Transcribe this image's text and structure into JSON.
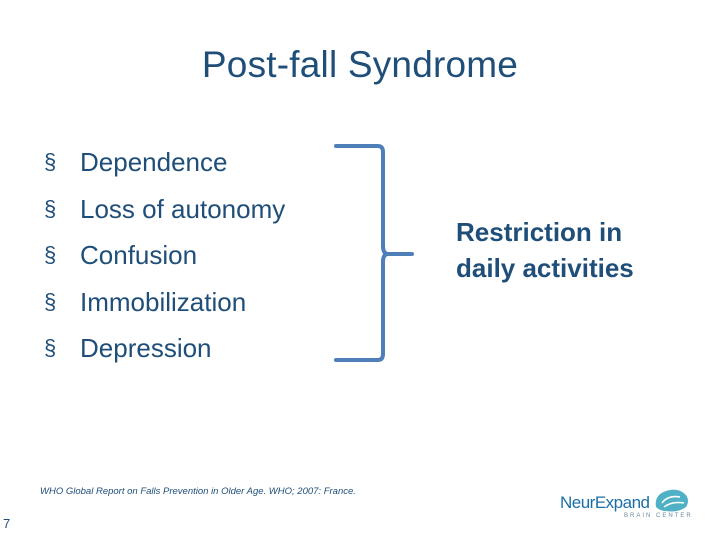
{
  "slide": {
    "title": "Post-fall Syndrome",
    "bullet_marker": "§",
    "bullets": [
      "Dependence",
      "Loss of autonomy",
      "Confusion",
      "Immobilization",
      "Depression"
    ],
    "outcome": {
      "line1": "Restriction in",
      "line2": "daily activities"
    },
    "reference": "WHO Global Report on Falls Prevention in Older Age. WHO; 2007: France.",
    "page_number": "7",
    "logo": {
      "name": "NeurExpand",
      "tagline": "BRAIN CENTER"
    }
  },
  "colors": {
    "text": "#1f4e79",
    "bracket": "#4f7fb8",
    "logo_blue": "#1b6fa6",
    "logo_teal": "#4fb0c6"
  }
}
